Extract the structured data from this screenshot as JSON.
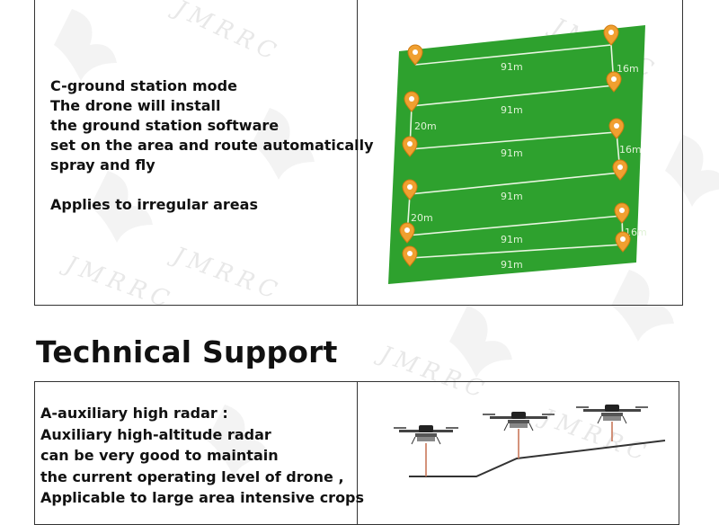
{
  "watermark": "JMRRC",
  "top_panel": {
    "lines": [
      "C-ground station mode",
      "The drone will install",
      "the ground station software",
      "set on the area and route automatically",
      "spray and fly"
    ],
    "note": "Applies to irregular areas"
  },
  "route_map": {
    "field_color": "#2ea12e",
    "pin_color": "#f0a030",
    "labels": {
      "row_1": "91m",
      "row_2": "91m",
      "row_3": "91m",
      "row_4": "91m",
      "row_5": "91m",
      "row_6": "91m",
      "turn_right_1": "16m",
      "turn_left_1": "20m",
      "turn_right_2": "16m",
      "turn_left_2": "20m",
      "turn_right_3": "16m"
    }
  },
  "section": {
    "title": "Technical Support"
  },
  "bottom_panel": {
    "lines": [
      "A-auxiliary high radar :",
      "Auxiliary high-altitude radar",
      "can be very good to maintain",
      "the current operating level of drone ,",
      "Applicable to large area intensive crops"
    ]
  }
}
